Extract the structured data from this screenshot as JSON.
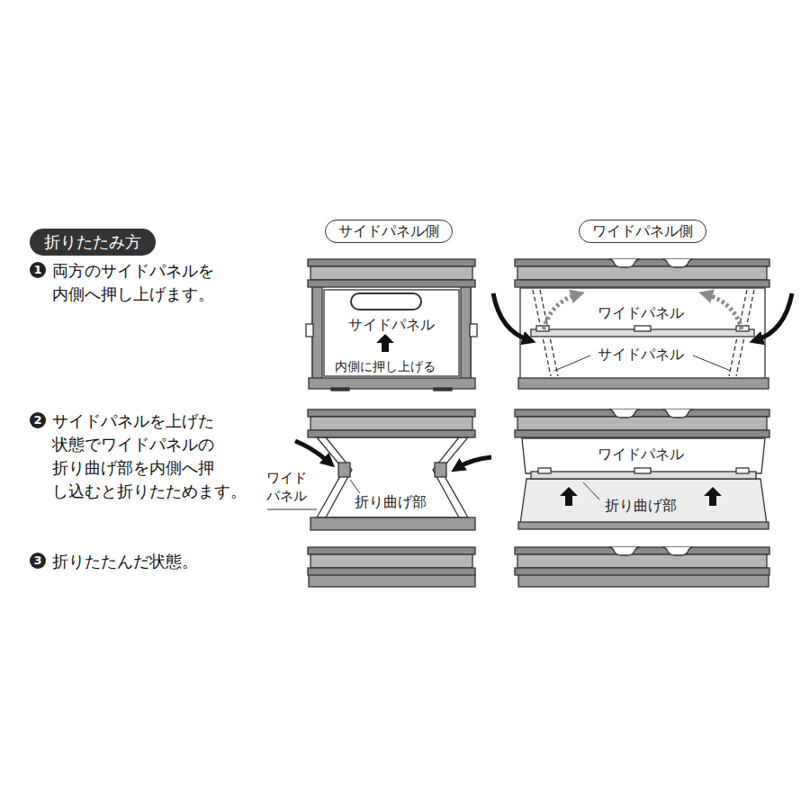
{
  "diagram": {
    "title": "折りたたみ方",
    "nodes": [
      {
        "text": [
          "サイドパネル側"
        ]
      },
      {
        "text": [
          "ワイドパネル側"
        ]
      }
    ],
    "labels": [
      "1",
      "両方のサイドパネルを 内側へ押し上げます。",
      "サイドパネル",
      "内側に押し上げる",
      "ワイドパネル",
      "サイドパネル",
      "2",
      "サイドパネルを上げた 状態でワイドパネルの 折り曲げ部を内側へ押 し込むと折りたためます。",
      "ワイド パネル",
      "折り曲げ部",
      "ワイドパネル",
      "折り曲げ部",
      "3",
      "折りたたんだ状態。"
    ]
  }
}
